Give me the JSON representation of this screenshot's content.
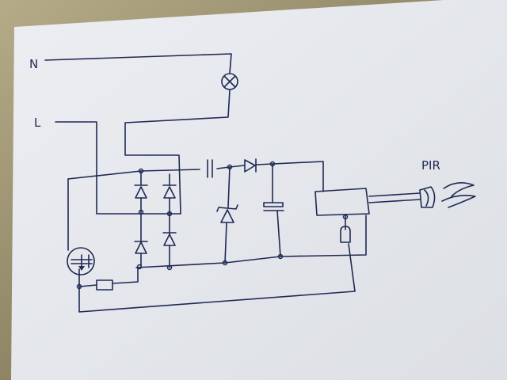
{
  "labels": {
    "neutral": "N",
    "live": "L",
    "sensor": "PIR"
  },
  "colors": {
    "paper": "#e6e8ec",
    "ink": "#1f2a55",
    "background": "#8d8466"
  }
}
